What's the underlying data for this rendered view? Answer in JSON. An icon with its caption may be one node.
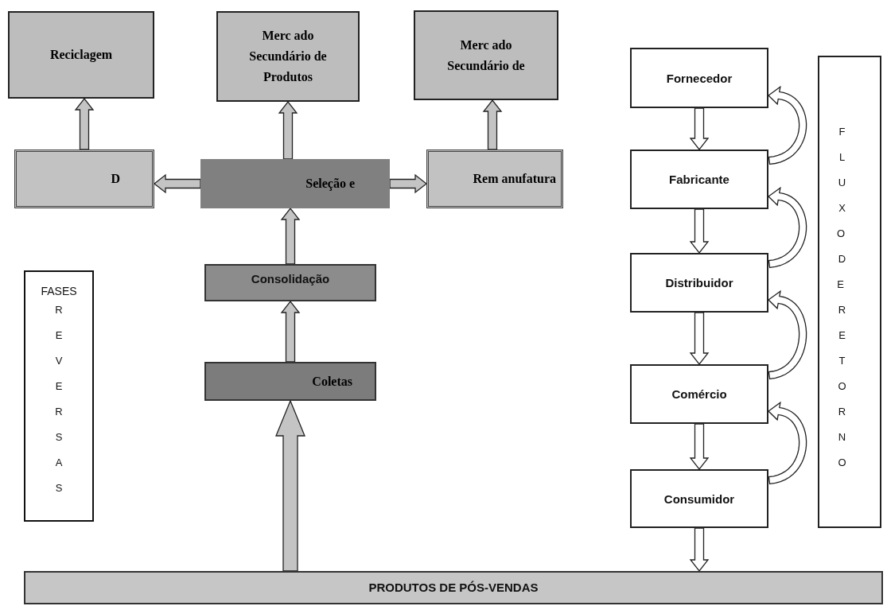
{
  "diagram": {
    "nodes": [
      {
        "text": [
          "Reciclagem"
        ]
      },
      {
        "text": [
          "Merc ado Secundário de Produtos"
        ]
      },
      {
        "text": [
          "Merc ado Secundário de"
        ]
      },
      {
        "text": [
          "D"
        ]
      },
      {
        "text": [
          "Seleção e"
        ]
      },
      {
        "text": [
          "Rem anufatura"
        ]
      },
      {
        "text": [
          "Consolidação"
        ]
      },
      {
        "text": [
          "Coletas"
        ]
      },
      {
        "text": [
          "FASES",
          "REVERSAS"
        ]
      },
      {
        "text": [
          "Fornecedor"
        ]
      },
      {
        "text": [
          "Fabricante"
        ]
      },
      {
        "text": [
          "Distribuidor"
        ]
      },
      {
        "text": [
          "Comércio"
        ]
      },
      {
        "text": [
          "Consumidor"
        ]
      },
      {
        "text": [
          "FLUXO DE RETORNO"
        ]
      },
      {
        "text": [
          "PRODUTOS DE PÓS-VENDAS"
        ]
      }
    ],
    "edges": [
      {
        "from": 15,
        "to": 7,
        "arrow": "to",
        "style": "thick",
        "color": "#c4c4c4"
      },
      {
        "from": 7,
        "to": 6,
        "arrow": "to",
        "color": "#c4c4c4"
      },
      {
        "from": 6,
        "to": 4,
        "arrow": "to",
        "color": "#c4c4c4"
      },
      {
        "from": 4,
        "to": 3,
        "arrow": "to",
        "color": "#c4c4c4"
      },
      {
        "from": 4,
        "to": 5,
        "arrow": "to",
        "color": "#c4c4c4"
      },
      {
        "from": 3,
        "to": 0,
        "arrow": "to",
        "color": "#c4c4c4"
      },
      {
        "from": 4,
        "to": 1,
        "arrow": "to",
        "color": "#c4c4c4"
      },
      {
        "from": 5,
        "to": 2,
        "arrow": "to",
        "color": "#c4c4c4"
      },
      {
        "from": 9,
        "to": 10,
        "arrow": "to"
      },
      {
        "from": 10,
        "to": 11,
        "arrow": "to"
      },
      {
        "from": 11,
        "to": 12,
        "arrow": "to"
      },
      {
        "from": 12,
        "to": 13,
        "arrow": "to"
      },
      {
        "from": 13,
        "to": 15,
        "arrow": "to"
      },
      {
        "from": 10,
        "to": 9,
        "arrow": "to"
      },
      {
        "from": 11,
        "to": 10,
        "arrow": "to"
      },
      {
        "from": 12,
        "to": 11,
        "arrow": "to"
      },
      {
        "from": 13,
        "to": 12,
        "arrow": "to"
      }
    ]
  }
}
